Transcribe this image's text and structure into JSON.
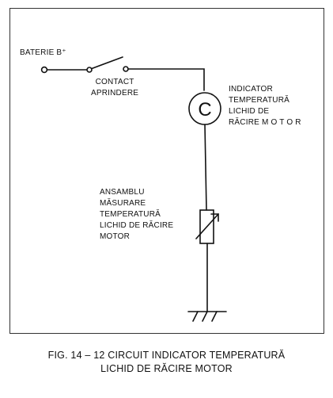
{
  "labels": {
    "battery": "BATERIE B⁺",
    "ignition_switch": [
      "CONTACT",
      "APRINDERE"
    ],
    "gauge_symbol": "C",
    "indicator": [
      "INDICATOR",
      "TEMPERATURĂ",
      "LICHID DE",
      "RĂCIRE  M O T O R"
    ],
    "sensor": [
      "ANSAMBLU",
      "MĂSURARE",
      "TEMPERATURĂ",
      "LICHID DE RĂCIRE",
      "MOTOR"
    ]
  },
  "caption": {
    "line1": "FIG. 14 – 12  CIRCUIT INDICATOR TEMPERATURĂ",
    "line2": "LICHID DE RĂCIRE MOTOR"
  },
  "colors": {
    "ink": "#111111",
    "background": "#ffffff"
  }
}
